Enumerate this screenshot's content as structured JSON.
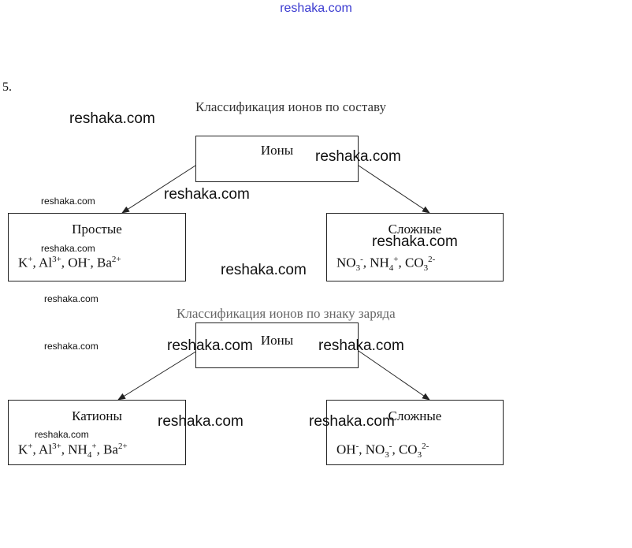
{
  "top_watermark": "reshaka.com",
  "task_number": "5.",
  "diagram1": {
    "title": "Классификация ионов по составу",
    "root": "Ионы",
    "left": {
      "title": "Простые",
      "ions": [
        "K⁺",
        "Al³⁺",
        "OH⁻",
        "Ba²⁺"
      ]
    },
    "right": {
      "title": "Сложные",
      "ions": [
        "NO₃⁻",
        "NH₄⁺",
        "CO₃²⁻"
      ]
    }
  },
  "diagram2": {
    "title": "Классификация ионов по знаку заряда",
    "root": "Ионы",
    "left": {
      "title": "Катионы",
      "ions": [
        "K⁺",
        "Al³⁺",
        "NH₄⁺",
        "Ba²⁺"
      ]
    },
    "right": {
      "title": "Сложные",
      "ions": [
        "OH⁻",
        "NO₃⁻",
        "CO₃²⁻"
      ]
    }
  },
  "watermarks": {
    "text": "reshaka.com"
  }
}
